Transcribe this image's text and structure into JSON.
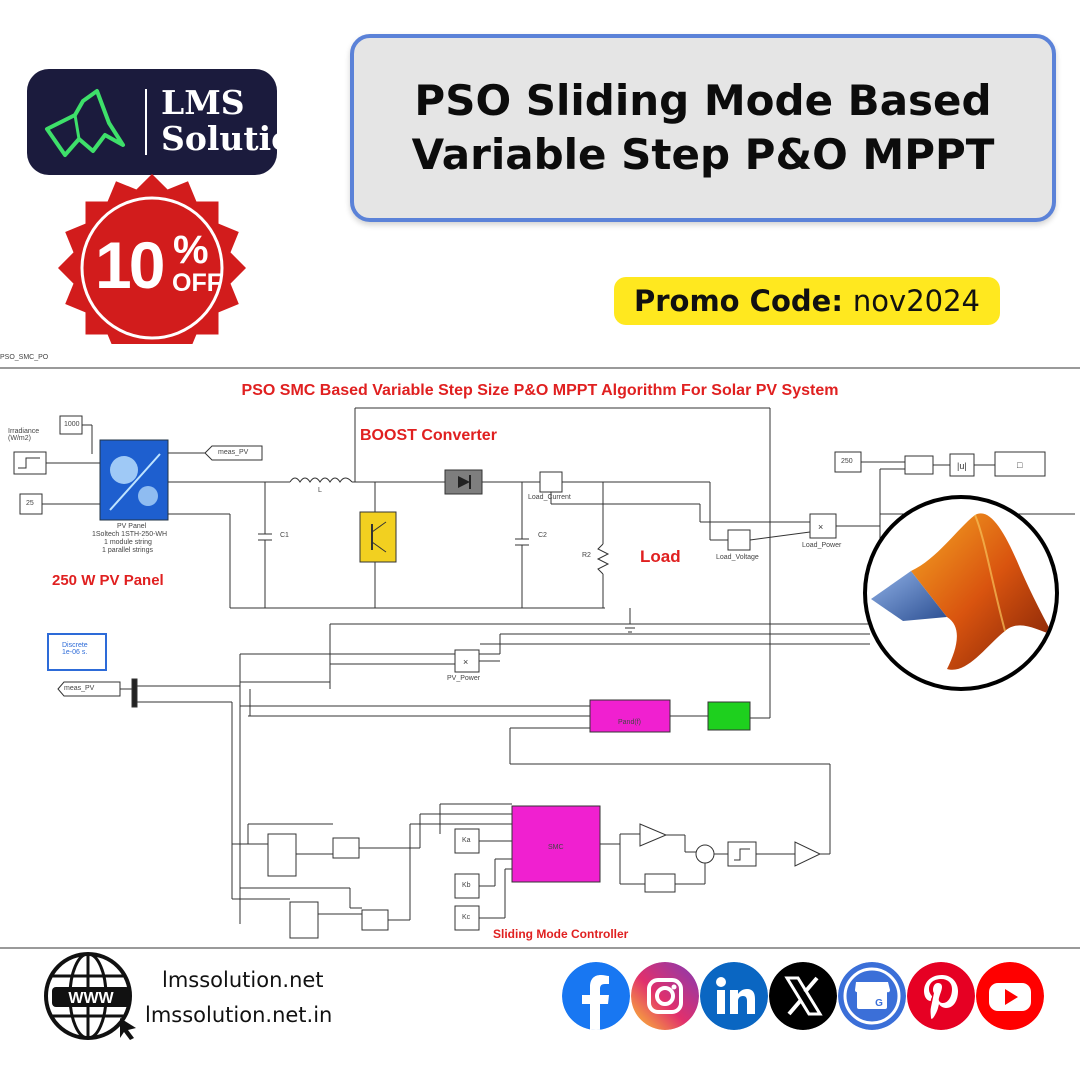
{
  "brand": {
    "line1": "LMS",
    "line2": "Solution"
  },
  "title": {
    "line1": "PSO Sliding Mode Based",
    "line2": "Variable Step P&O MPPT"
  },
  "badge": {
    "number": "10",
    "percent": "%",
    "off": "OFF"
  },
  "promo": {
    "label": "Promo Code:",
    "code": "nov2024"
  },
  "diagram": {
    "corner_label": "PSO_SMC_PO",
    "title": "PSO SMC Based Variable Step Size P&O MPPT Algorithm For Solar PV System",
    "boost_label": "BOOST Converter",
    "load_label": "Load",
    "pv_label": "250 W PV Panel",
    "smc_label": "Sliding Mode Controller",
    "irradiance": "Irradiance\n(W/m2)",
    "irr_const": "1000",
    "temp_const": "25",
    "meas_pv": "meas_PV",
    "pv_panel": "PV Panel",
    "pv_desc1": "1Soltech 1STH-250-WH",
    "pv_desc2": "1 module string",
    "pv_desc3": "1 parallel strings",
    "c1": "C1",
    "c2": "C2",
    "r2": "R2",
    "l": "L",
    "load_current": "Load_Current",
    "load_voltage": "Load_Voltage",
    "load_power": "Load_Power",
    "pv_power": "PV_Power",
    "const_250": "250",
    "discrete": "Discrete\n1e-06 s.",
    "smc_block": "SMC",
    "pandd": "Pand(f)",
    "ka": "Ka",
    "kb": "Kb",
    "kc": "Kc"
  },
  "footer": {
    "url1": "lmssolution.net",
    "url2": "lmssolution.net.in",
    "www": "WWW"
  },
  "social": [
    "facebook-icon",
    "instagram-icon",
    "linkedin-icon",
    "x-icon",
    "google-business-icon",
    "pinterest-icon",
    "youtube-icon"
  ]
}
